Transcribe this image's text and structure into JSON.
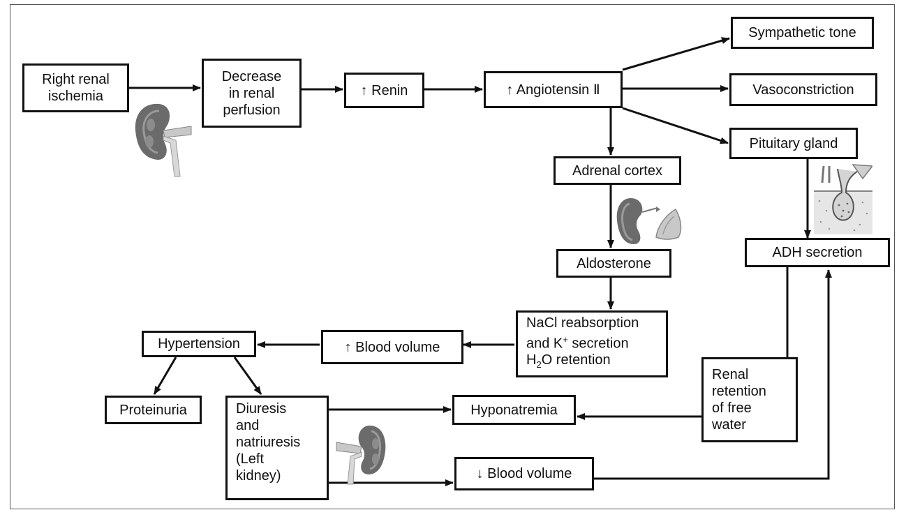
{
  "nodes": {
    "right_renal_ischemia": [
      "Right renal",
      "ischemia"
    ],
    "decrease_perfusion": [
      "Decrease",
      "in renal",
      "perfusion"
    ],
    "renin": [
      "↑ Renin"
    ],
    "angiotensin": [
      "↑ Angiotensin Ⅱ"
    ],
    "sympathetic": [
      "Sympathetic tone"
    ],
    "vasoconstriction": [
      "Vasoconstriction"
    ],
    "pituitary": [
      "Pituitary gland"
    ],
    "adrenal": [
      "Adrenal cortex"
    ],
    "adh": [
      "ADH secretion"
    ],
    "aldosterone": [
      "Aldosterone"
    ],
    "nacl": {
      "line1": "NaCl reabsorption",
      "line2_pre": "and K",
      "line2_sup": "+",
      "line2_post": " secretion",
      "line3_pre": "H",
      "line3_sub": "2",
      "line3_post": "O retention"
    },
    "blood_volume_up": [
      "↑ Blood volume"
    ],
    "hypertension": [
      "Hypertension"
    ],
    "proteinuria": [
      "Proteinuria"
    ],
    "diuresis": [
      "Diuresis",
      "and",
      "natriuresis",
      "(Left",
      "kidney)"
    ],
    "hyponatremia": [
      "Hyponatremia"
    ],
    "renal_retention": [
      "Renal",
      "retention",
      "of free",
      "water"
    ],
    "blood_volume_down": [
      "↓ Blood volume"
    ]
  },
  "icons": {
    "kidney_1": "kidney-icon",
    "kidney_2": "kidney-adrenal-icon",
    "pituitary": "pituitary-icon",
    "kidney_3": "kidney-icon"
  },
  "colors": {
    "line": "#111111",
    "kidney": "#6b6b6b",
    "organ_light": "#c8c8c8"
  }
}
